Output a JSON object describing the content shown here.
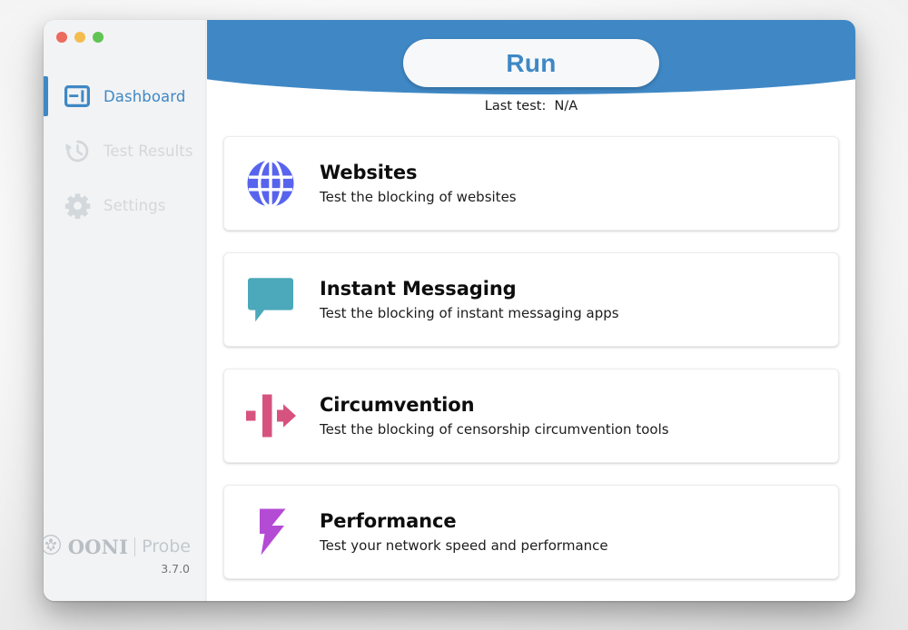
{
  "window": {
    "traffic_lights": [
      {
        "name": "close",
        "color": "#ec6a5f"
      },
      {
        "name": "minimize",
        "color": "#f4bd4f"
      },
      {
        "name": "maximize",
        "color": "#61c454"
      }
    ]
  },
  "sidebar": {
    "items": [
      {
        "label": "Dashboard",
        "icon": "dashboard-icon",
        "active": true
      },
      {
        "label": "Test Results",
        "icon": "history-clock-icon",
        "active": false
      },
      {
        "label": "Settings",
        "icon": "gear-icon",
        "active": false
      }
    ],
    "brand": {
      "logo_icon": "ooni-emblem-icon",
      "name": "OONI",
      "product": "Probe",
      "version": "3.7.0"
    },
    "accent_color": "#3f88c5"
  },
  "header": {
    "banner_color": "#3f88c5",
    "run_label": "Run",
    "last_test": "Last test:  N/A"
  },
  "cards": [
    {
      "title": "Websites",
      "description": "Test the blocking of websites",
      "icon": "globe-icon",
      "color": "#5864ed"
    },
    {
      "title": "Instant Messaging",
      "description": "Test the blocking of instant messaging apps",
      "icon": "chat-bubble-icon",
      "color": "#4ca8bb"
    },
    {
      "title": "Circumvention",
      "description": "Test the blocking of censorship circumvention tools",
      "icon": "circumvention-arrow-icon",
      "color": "#d6537f"
    },
    {
      "title": "Performance",
      "description": "Test your network speed and performance",
      "icon": "lightning-bolt-icon",
      "color": "#b44bd4"
    }
  ]
}
